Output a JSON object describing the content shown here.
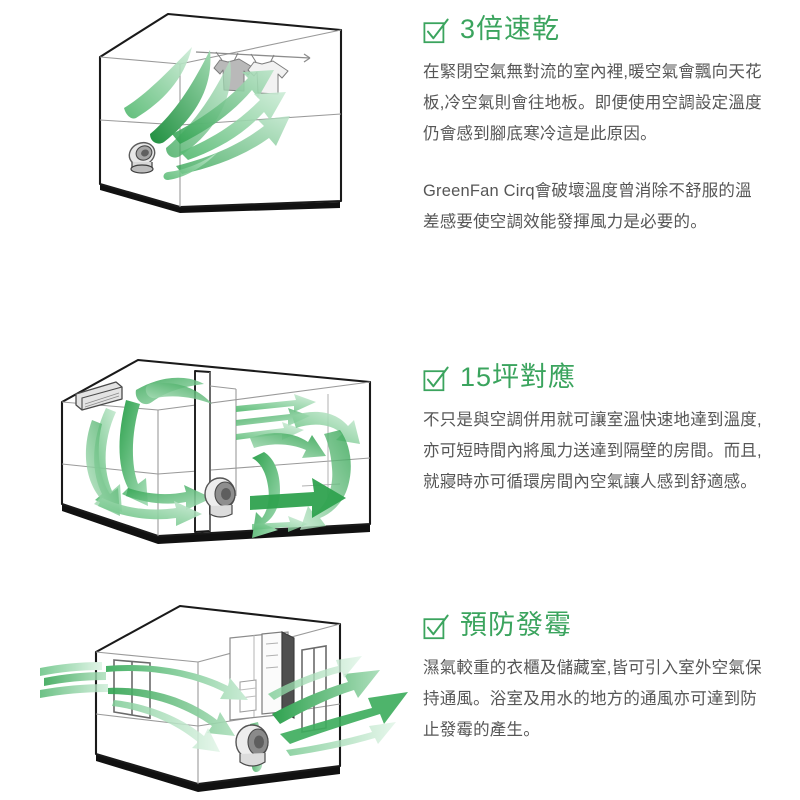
{
  "page": {
    "background_color": "#ffffff",
    "accent_green": "#3ba45e",
    "body_text_color": "#565656",
    "arrow_green": "#2fa24f",
    "arrow_green_light": "#8fd3a3"
  },
  "features": [
    {
      "icon": "checkbox-checked-icon",
      "heading": "3倍速乾",
      "paragraphs": [
        "在緊閉空氣無對流的室內裡,暖空氣會飄向天花板,冷空氣則會往地板。即便使用空調設定溫度仍會感到腳底寒冷這是此原因。",
        "GreenFan Cirq會破壞溫度曾消除不舒服的溫差感要使空調效能發揮風力是必要的。"
      ],
      "illustration": {
        "name": "room-laundry-drying-illustration",
        "description": "單一房間等角視圖,循環扇置於地面左側向上吹出綠色氣流至吊掛的衣物",
        "objects": [
          "circulator-fan",
          "clothes-pole",
          "hanging-shirt",
          "hanging-shirt",
          "airflow-arrows"
        ]
      }
    },
    {
      "icon": "checkbox-checked-icon",
      "heading": "15坪對應",
      "paragraphs": [
        "不只是與空調併用就可讓室溫快速地達到溫度,亦可短時間內將風力送達到隔壁的房間。而且,就寢時亦可循環房間內空氣讓人感到舒適感。"
      ],
      "illustration": {
        "name": "two-room-airflow-illustration",
        "description": "兩個相鄰房間等角視圖,左側牆面裝有冷氣機,循環扇將風力經門口送至隔壁房間",
        "objects": [
          "air-conditioner-unit",
          "partition-wall",
          "circulator-fan",
          "airflow-arrows"
        ]
      }
    },
    {
      "icon": "checkbox-checked-icon",
      "heading": "預防發霉",
      "paragraphs": [
        "濕氣較重的衣櫃及儲藏室,皆可引入室外空氣保持通風。浴室及用水的地方的通風亦可達到防止發霉的產生。"
      ],
      "illustration": {
        "name": "ventilation-mold-prevention-illustration",
        "description": "房間等角視圖,室外空氣由左側窗口引入,循環扇將空氣送經衣櫃並由右側排出",
        "objects": [
          "window-opening",
          "wardrobe-closet",
          "circulator-fan",
          "airflow-arrows"
        ]
      }
    }
  ]
}
